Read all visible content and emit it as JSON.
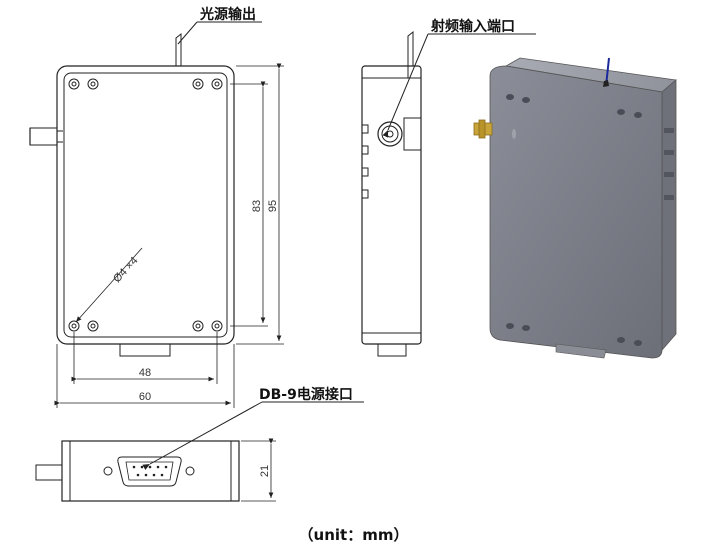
{
  "labels": {
    "fiber_output": "光源输出",
    "rf_input": "射频输入端口",
    "power_port": "DB-9电源接口"
  },
  "dimensions": {
    "hole_spacing_v": "83",
    "total_height": "95",
    "hole_spec": "Ø4 ×4",
    "hole_spacing_h": "48",
    "total_width": "60",
    "depth": "21"
  },
  "unit_note": "（unit：mm）",
  "colors": {
    "line": "#222222",
    "body_3d": "#7a7d87",
    "body_3d_top": "#9a9da6",
    "connector_gold": "#c8a43a"
  }
}
